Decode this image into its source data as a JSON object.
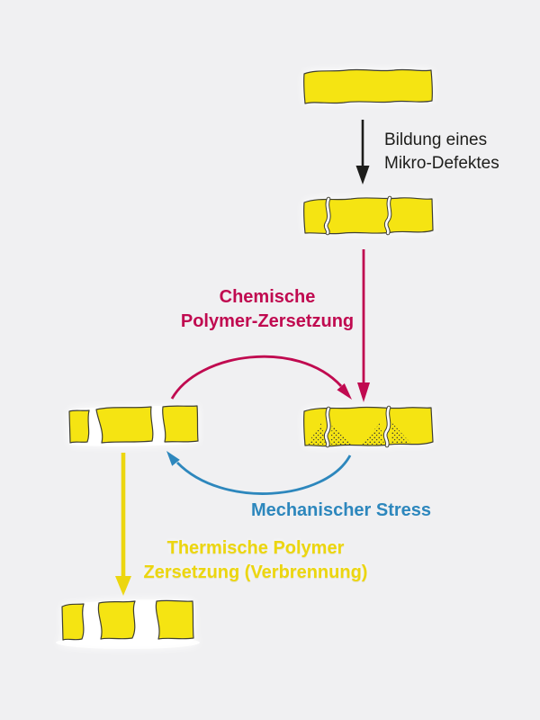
{
  "colors": {
    "background": "#f0f0f2",
    "membrane_fill": "#f5e412",
    "membrane_outline": "#3f3f33",
    "gap_white": "#ffffff",
    "black_ink": "#1d1d1b",
    "chemical_red": "#c00a50",
    "stress_blue": "#2d87bd",
    "thermal_yellow": "#ecd60f"
  },
  "labels": {
    "micro_defect": "Bildung eines\nMikro-Defektes",
    "chemical": "Chemische\nPolymer-Zersetzung",
    "mechanical": "Mechanischer Stress",
    "thermal": "Thermische Polymer\nZersetzung (Verbrennung)"
  },
  "shapes": {
    "stage1": "membrane-intact",
    "stage2": "membrane-with-micro-cracks",
    "stage3": "membrane-with-eroded-cracks",
    "stage4": "membrane-with-gaps",
    "stage5": "membrane-with-large-holes"
  }
}
